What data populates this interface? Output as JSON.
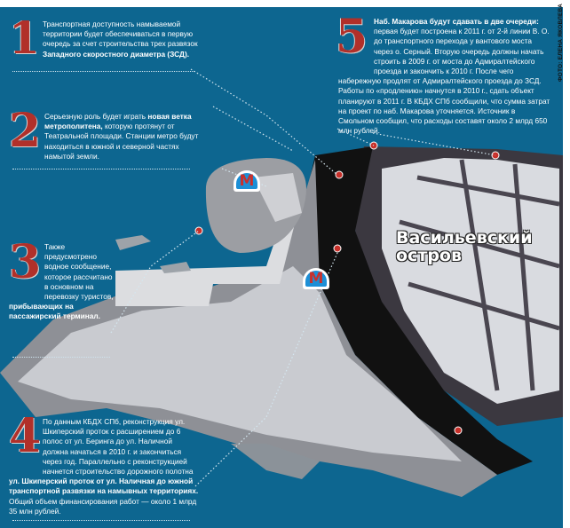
{
  "credit": "ФОТО: ЕЛЕНА ЯКОВЛЕВА",
  "map_label": {
    "line1": "Васильевский",
    "line2": "остров"
  },
  "metro_symbol": "М",
  "colors": {
    "background": "#0d6690",
    "number": "#b1302a",
    "metro": "#1c8fd6"
  },
  "items": [
    {
      "number": "1",
      "text": "Транспортная доступность намываемой территории будет обеспечиваться в первую очередь за счет строительства трех развязок ",
      "bold": "Западного скоростного диаметра (ЗСД)."
    },
    {
      "number": "2",
      "pre": "Серьезную роль будет играть ",
      "bold": "новая ветка метрополитена,",
      "text": " которую протянут от Театральной площади. Станции метро будут находиться в южной и северной частях намытой земли."
    },
    {
      "number": "3",
      "text": "Также предусмотрено водное сообщение, которое рассчитано в основном на перевозку туристов, ",
      "bold": "прибывающих на пассажирский терминал."
    },
    {
      "number": "4",
      "text": "По данным КБДХ СПб, реконструкция ул. Шкиперский проток с расширением до 6 полос от ул. Беринга до ул. Наличной должна начаться в 2010 г. и закончиться через год. Параллельно с реконструкцией начнется строительство дорожного полотна ",
      "bold": "ул. Шкиперский проток от ул. Наличная до южной транспортной развязки на намывных территориях.",
      "text2": " Общий объем финансирования работ — около 1 млрд 35 млн рублей."
    },
    {
      "number": "5",
      "bold": "Наб. Макарова будут сдавать в две очереди:",
      "text": " первая будет построена к 2011 г. от 2-й линии В. О. до транспортного перехода у вантового моста через о. Серный. Вторую очередь должны начать строить в 2009 г. от моста до Адмиралтейского проезда и закончить к 2010 г. После чего набережную продлят от Адмиралтейского проезда до ЗСД. Работы по «продлению» начнутся в 2010 г., сдать объект планируют в 2011 г. В КБДХ СПб сообщили, что сумма затрат на проект по наб. Макарова уточняется. Источник в Смольном сообщил, что расходы составят около 2 млрд 650 млн рублей."
    }
  ]
}
